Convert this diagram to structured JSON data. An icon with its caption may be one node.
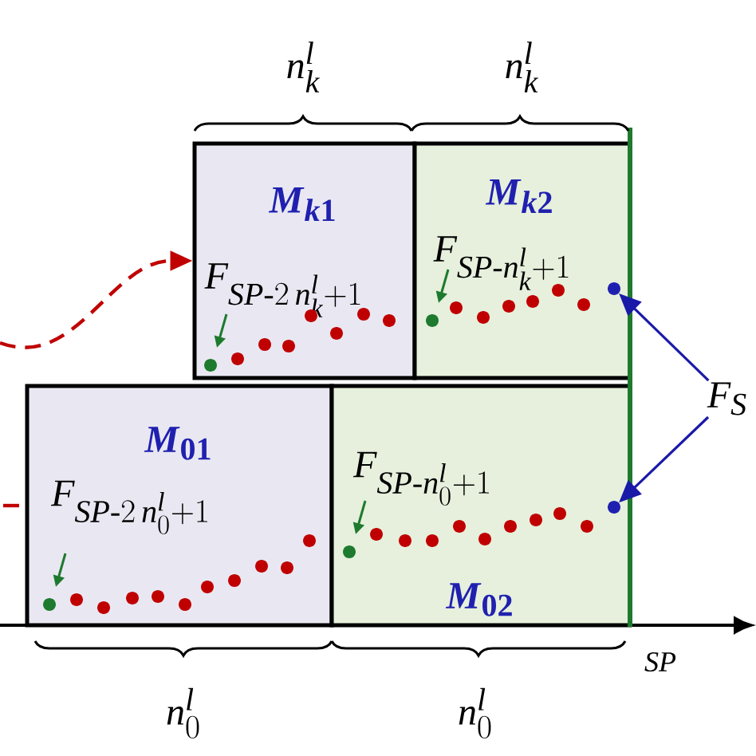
{
  "diagram": {
    "nodes": [
      {
        "text": [
          "\\textbf{\\textit{M}}_{\\textbf{\\textit{k}1}}",
          "F_{SP\\text{-}2\\,n_k^l+1}"
        ]
      },
      {
        "text": [
          "\\textbf{\\textit{M}}_{\\textbf{\\textit{k}2}}",
          "F_{SP\\text{-}n_k^l+1}"
        ]
      },
      {
        "text": [
          "\\textbf{\\textit{M}}_{\\textbf{01}}",
          "F_{SP\\text{-}2\\,n_0^l+1}"
        ]
      },
      {
        "text": [
          "F_{SP\\text{-}n_0^l+1}",
          "\\textbf{\\textit{M}}_{\\textbf{02}}"
        ]
      },
      {
        "text": [
          "F_{S}"
        ]
      },
      {
        "text": [],
        "shape": "circle",
        "in": 1
      },
      {
        "text": [],
        "shape": "circle",
        "in": 3
      }
    ],
    "edges": [
      {
        "from": null,
        "to": 0,
        "arrow": "to",
        "style": "dashed",
        "color": "#c00000"
      },
      {
        "from": null,
        "to": 2,
        "arrow": "none",
        "style": "dashed",
        "color": "#c00000"
      },
      {
        "from": 4,
        "to": 5,
        "arrow": "to",
        "color": "#1a1aa8"
      },
      {
        "from": 4,
        "to": 6,
        "arrow": "to",
        "color": "#1a1aa8"
      }
    ],
    "labels": [
      "n_k^l",
      "n_k^l",
      "n_0^l",
      "n_0^l",
      "SP"
    ]
  }
}
